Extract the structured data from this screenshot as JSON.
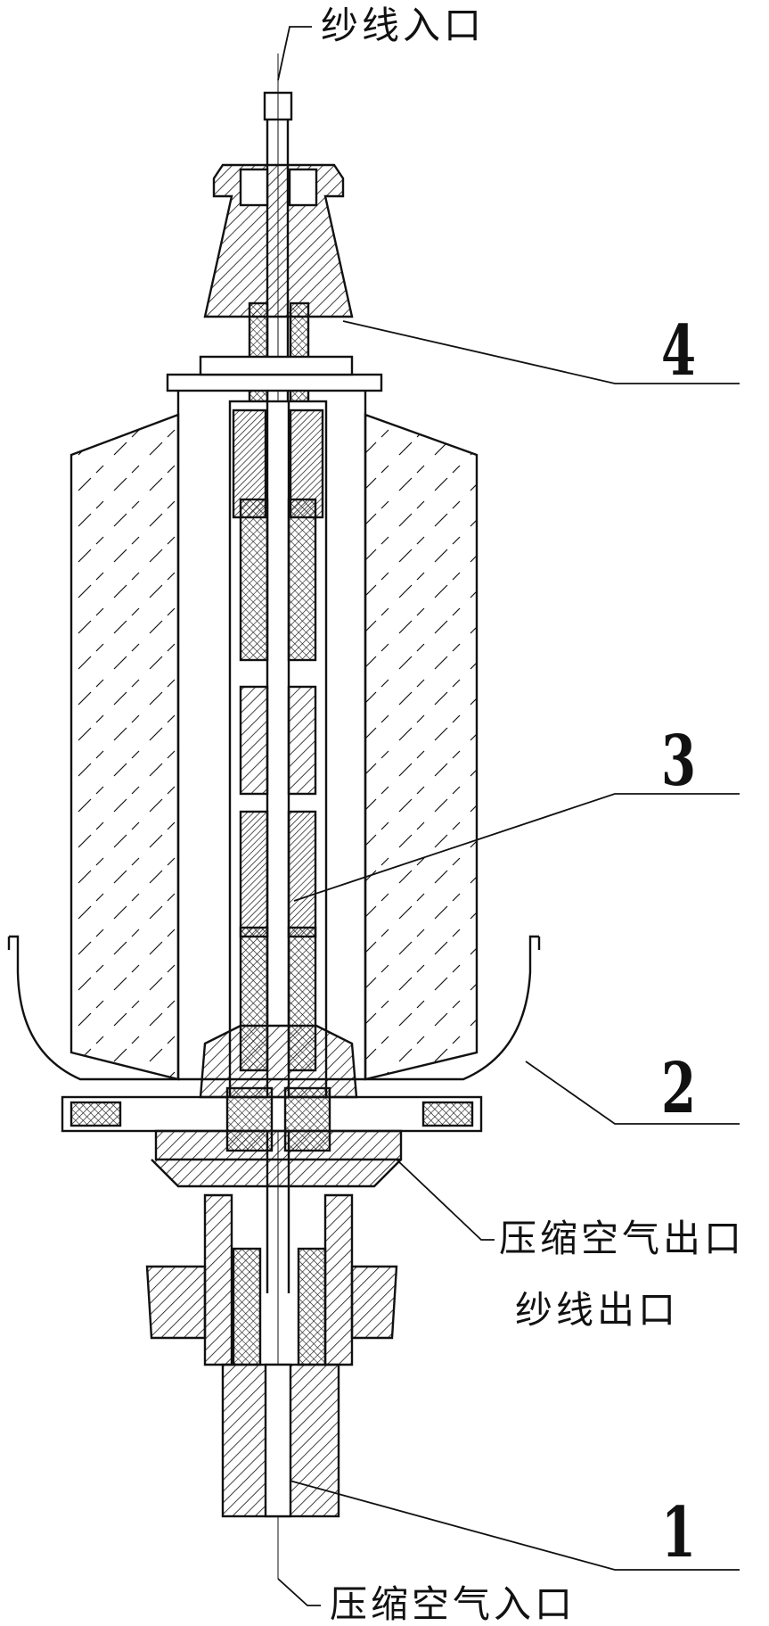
{
  "labels": {
    "yarn_inlet": "纱线入口",
    "compressed_air_outlet": "压缩空气出口",
    "yarn_outlet": "纱线出口",
    "compressed_air_inlet": "压缩空气入口"
  },
  "part_numbers": {
    "p1": "1",
    "p2": "2",
    "p3": "3",
    "p4": "4"
  },
  "colors": {
    "line": "#111111",
    "background": "#ffffff"
  }
}
